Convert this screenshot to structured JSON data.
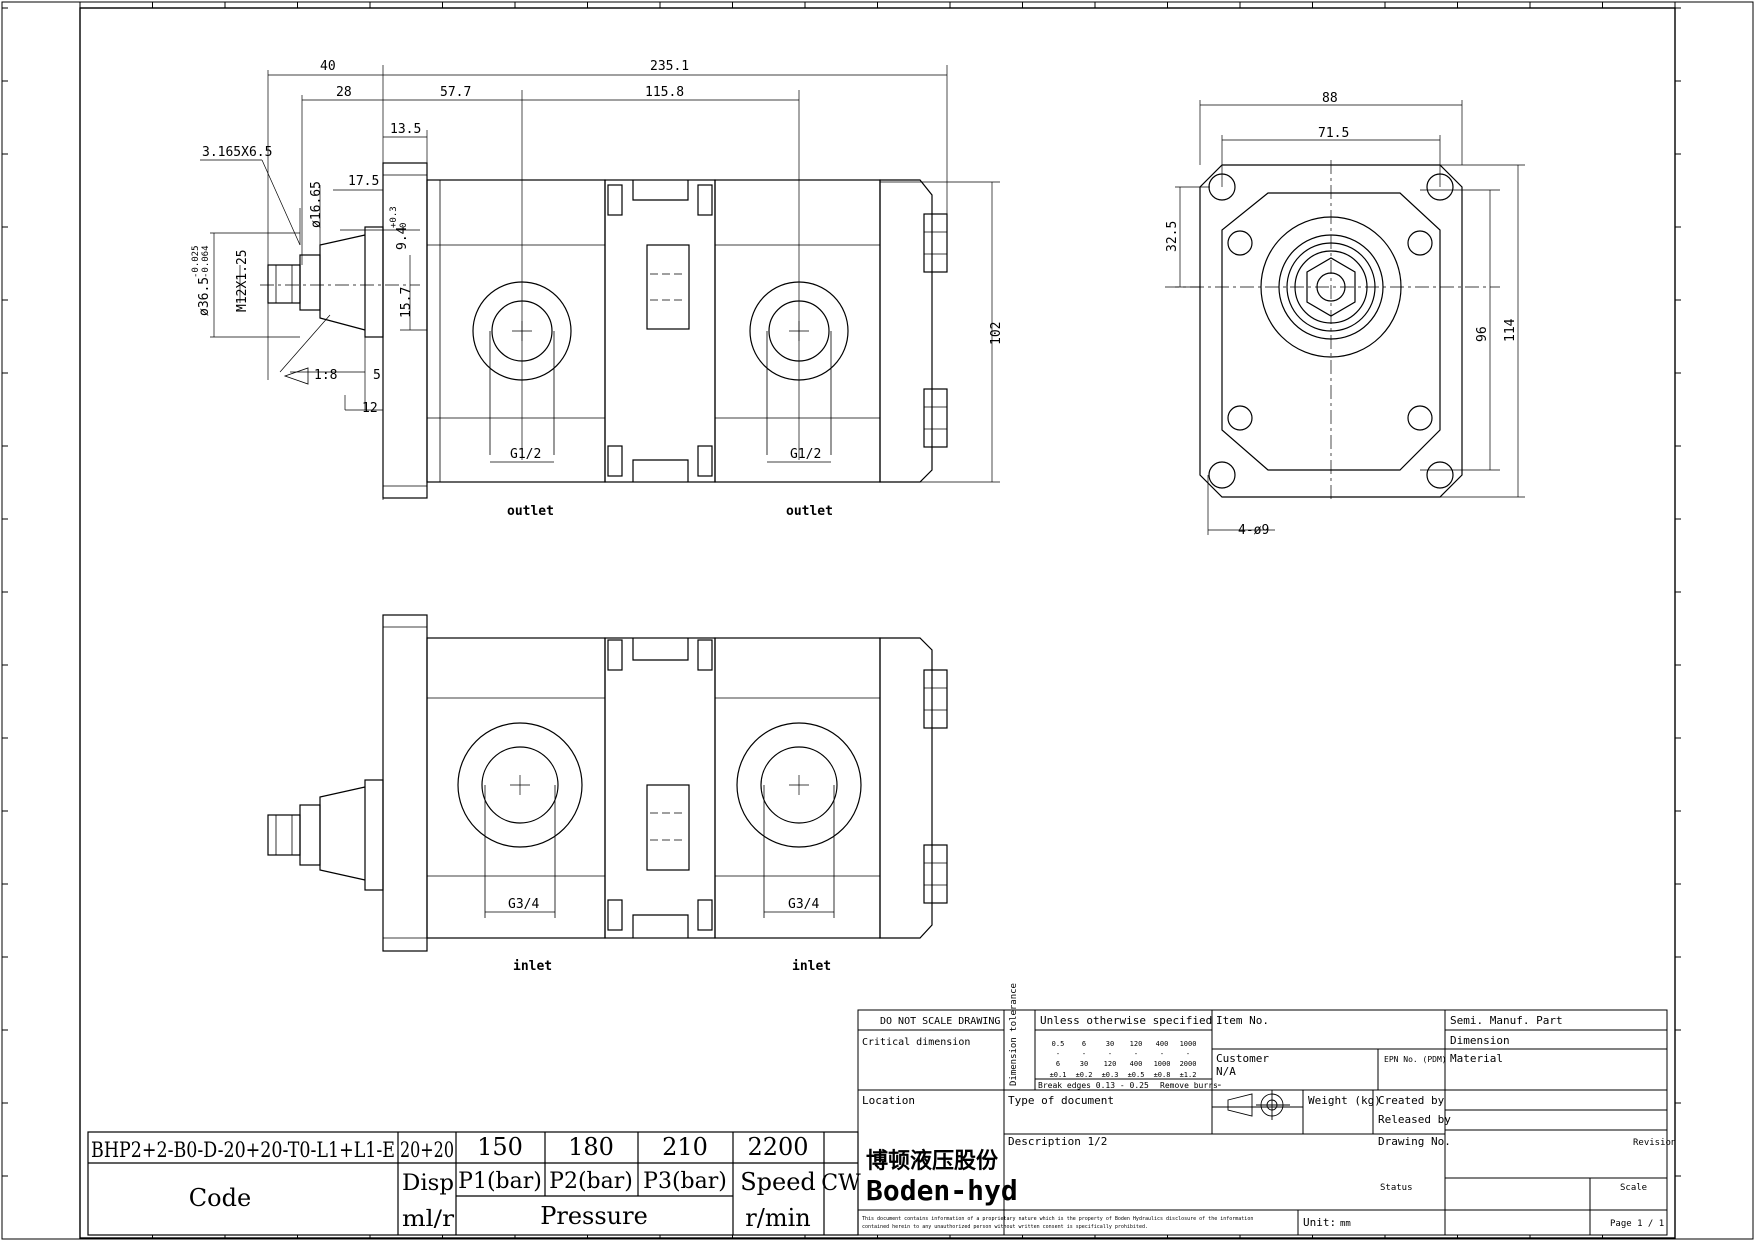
{
  "dims": {
    "d40": "40",
    "d235_1": "235.1",
    "d28": "28",
    "d57_7": "57.7",
    "d115_8": "115.8",
    "d13_5": "13.5",
    "d3165": "3.165X6.5",
    "d17_5": "17.5",
    "d16_65": "ø16.65",
    "d9_4": "9.4",
    "d9_4tol_up": "+0.3",
    "d9_4tol_lo": "0",
    "d36_5": "ø36.5",
    "d36_5tol_up": "-0.025",
    "d36_5tol_lo": "-0.064",
    "m12": "M12X1.25",
    "d15_7": "15.7",
    "d102": "102",
    "taper": "1:8",
    "d5": "5",
    "d12": "12",
    "g12a": "G1/2",
    "g12b": "G1/2",
    "outlet1": "outlet",
    "outlet2": "outlet",
    "d88": "88",
    "d71_5": "71.5",
    "d32_5": "32.5",
    "d96": "96",
    "d114": "114",
    "holes": "4-ø9",
    "g34a": "G3/4",
    "g34b": "G3/4",
    "inlet1": "inlet",
    "inlet2": "inlet"
  },
  "spec": {
    "code_value": "BHP2+2-B0-D-20+20-T0-L1+L1-E",
    "disp_value": "20+20",
    "p1_value": "150",
    "p2_value": "180",
    "p3_value": "210",
    "speed_value": "2200",
    "code_label": "Code",
    "disp_label": "Disp",
    "disp_unit": "ml/r",
    "p1_label": "P1(bar)",
    "p2_label": "P2(bar)",
    "p3_label": "P3(bar)",
    "pressure_label": "Pressure",
    "speed_label": "Speed",
    "speed_unit": "r/min",
    "rotation": "CW"
  },
  "titleblock": {
    "do_not_scale": "DO NOT SCALE DRAWING",
    "critical": "Critical dimension",
    "dim_tol": "Dimension tolerance",
    "unless": "Unless otherwise specified",
    "tol_row1": [
      "0.5",
      "6",
      "30",
      "120",
      "400",
      "1000"
    ],
    "tol_row2": [
      "6",
      "30",
      "120",
      "400",
      "1000",
      "2000"
    ],
    "tol_row3": [
      "±0.1",
      "±0.2",
      "±0.3",
      "±0.5",
      "±0.8",
      "±1.2"
    ],
    "break_edges": "Break edges 0.13 - 0.25",
    "remove_burrs": "Remove burrs",
    "item_no": "Item No.",
    "customer": "Customer",
    "customer_value": "N/A",
    "dash": "-",
    "epn": "EPN No. (PDM)",
    "semi": "Semi. Manuf. Part",
    "dimension": "Dimension",
    "material": "Material",
    "location": "Location",
    "type_doc": "Type of document",
    "weight": "Weight (kg)",
    "created": "Created by",
    "released": "Released by",
    "description": "Description 1/2",
    "drawing_no": "Drawing No.",
    "revision": "Revision",
    "status": "Status",
    "scale": "Scale",
    "unit_label": "Unit:",
    "unit_value": "mm",
    "page": "Page 1 / 1",
    "logo_cn": "博顿液压股份",
    "logo_en": "Boden-hyd",
    "notice1": "This document contains information of a proprietary nature which is the property of Boden Hydraulics disclosure of the information",
    "notice2": "contained herein to any unauthorized person without written consent is specifically prohibited."
  }
}
